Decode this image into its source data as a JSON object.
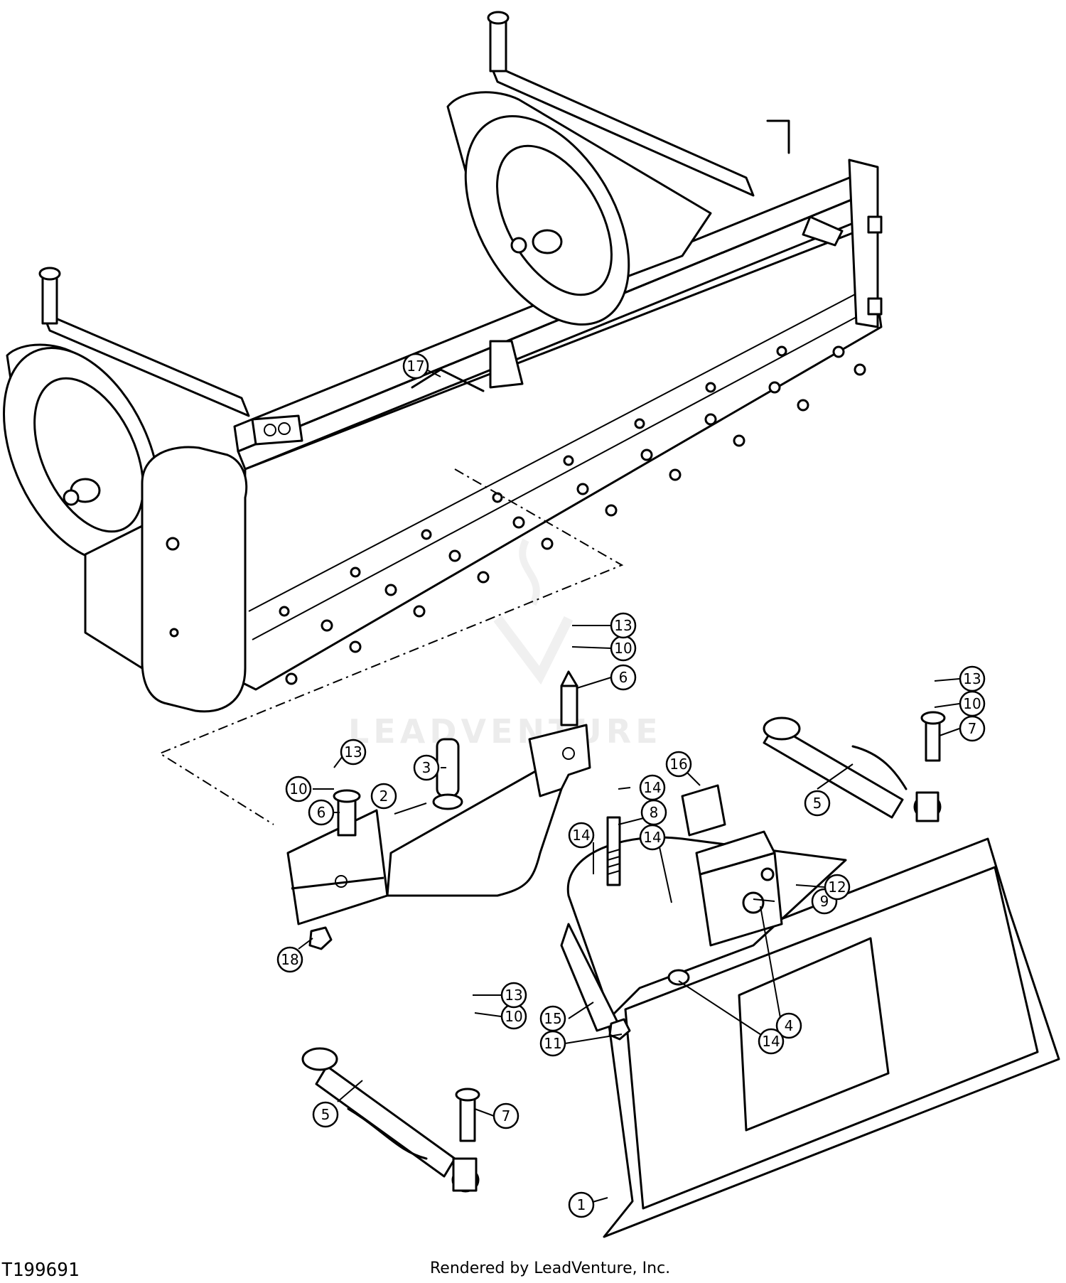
{
  "figure_id": "T199691",
  "credit": "Rendered by LeadVenture, Inc.",
  "watermark": "LEADVENTURE",
  "callouts": [
    "1",
    "2",
    "3",
    "4",
    "5",
    "5",
    "6",
    "6",
    "7",
    "7",
    "8",
    "9",
    "10",
    "10",
    "10",
    "10",
    "11",
    "12",
    "13",
    "13",
    "13",
    "13",
    "14",
    "14",
    "14",
    "14",
    "15",
    "16",
    "17",
    "18"
  ]
}
